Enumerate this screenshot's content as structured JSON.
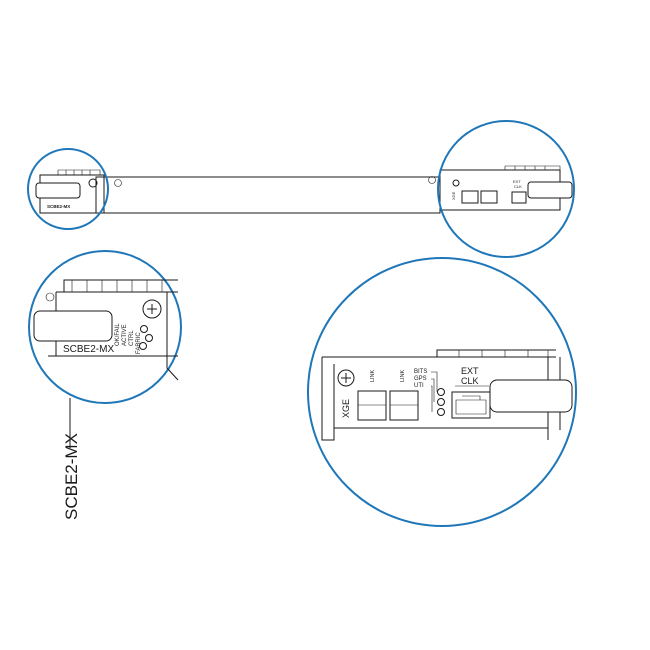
{
  "colors": {
    "line": "#1a1a1a",
    "circle": "#1f77b8",
    "background": "#ffffff"
  },
  "callout_label": "SCBE2-MX",
  "board": {
    "name": "SCBE2-MX",
    "xge": "XGE",
    "ext_clk": "EXT\nCLK"
  },
  "left_zoom": {
    "name": "SCBE2-MX",
    "leds": [
      "OK/FAIL",
      "ACTIVE",
      "CTRL",
      "FABRIC"
    ]
  },
  "right_zoom": {
    "xge": "XGE",
    "link_labels": [
      "LINK",
      "LINK"
    ],
    "clock_leds": [
      "BITS",
      "GPS",
      "UTI"
    ],
    "ext_clk_line1": "EXT",
    "ext_clk_line2": "CLK"
  },
  "icons": [
    "screw-icon",
    "handle-icon",
    "sfp-port-icon",
    "rj45-port-icon",
    "led-icon"
  ]
}
